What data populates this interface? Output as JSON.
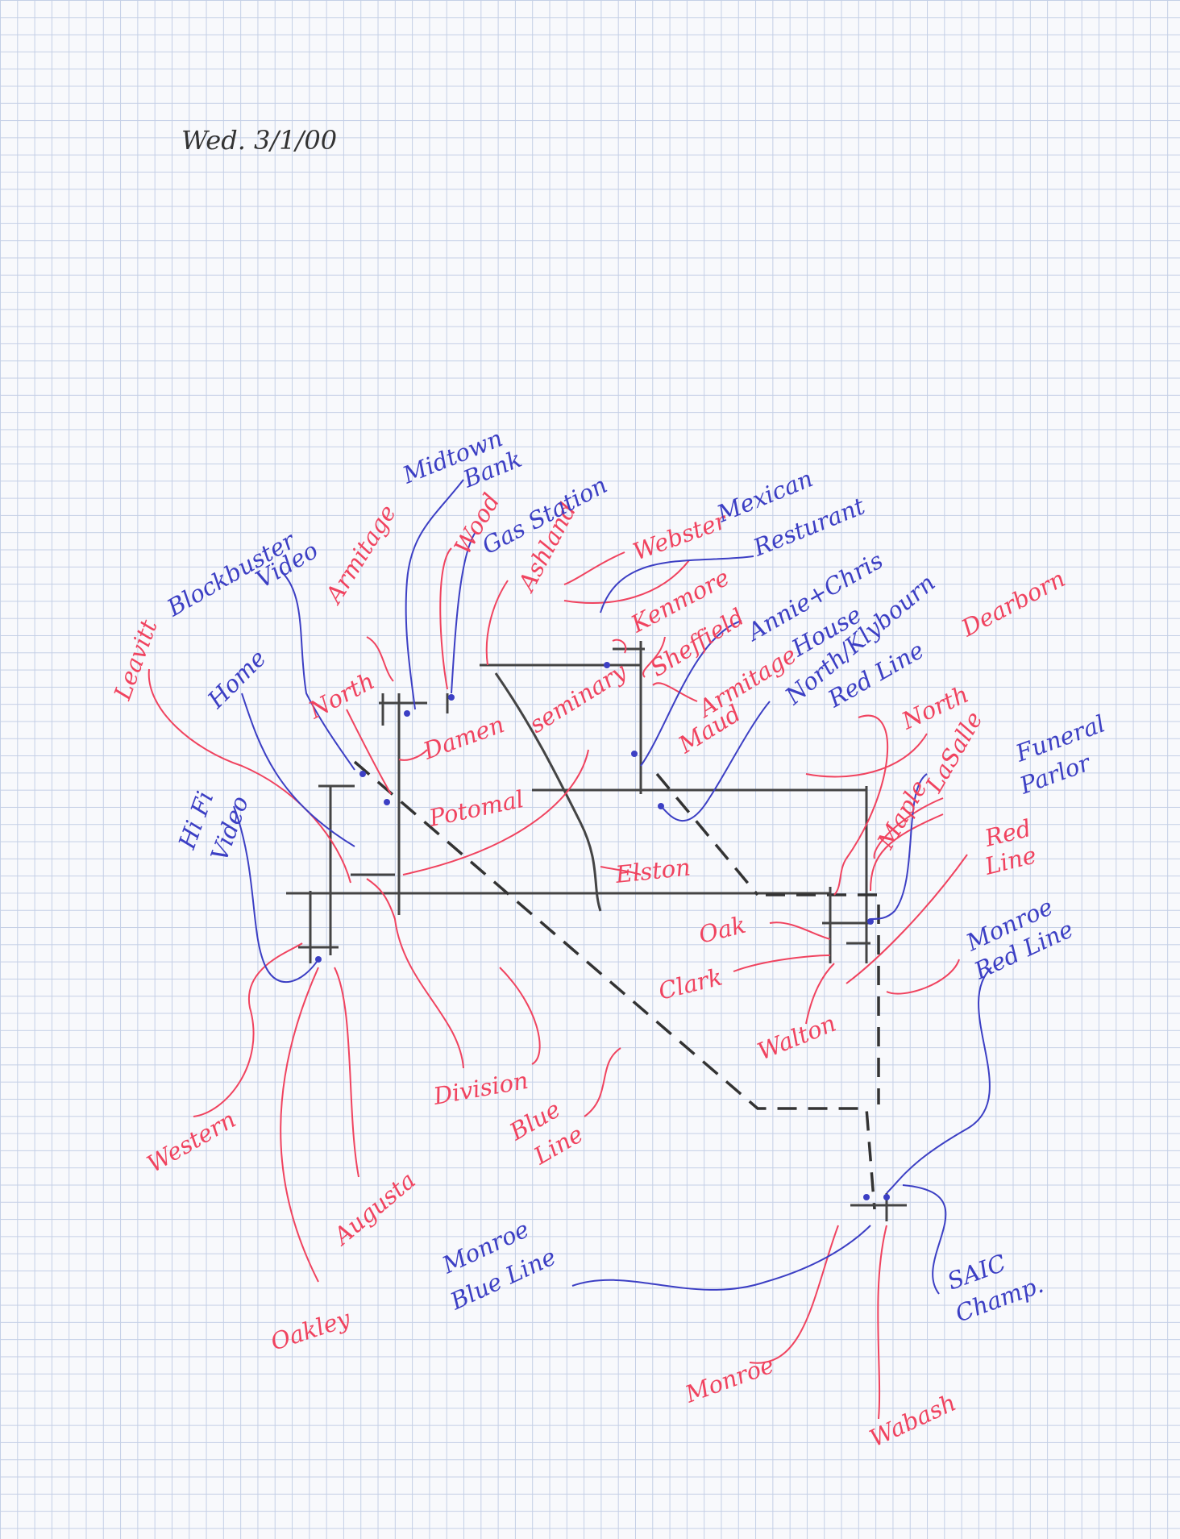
{
  "date": "Wed. 3/1/00",
  "streets": {
    "leavitt": "Leavitt",
    "armitage": "Armitage",
    "wood": "Wood",
    "ashland": "Ashland",
    "webster": "Webster",
    "kenmore": "Kenmore",
    "sheffield": "Sheffield",
    "armitage_2": "Armitage",
    "north": "North",
    "damen": "Damen",
    "seminary": "seminary",
    "maud": "Maud",
    "potomac": "Potomal",
    "elston": "Elston",
    "north_2": "North",
    "dearborn": "Dearborn",
    "lasalle": "LaSalle",
    "maple": "Maple",
    "oak": "Oak",
    "clark": "Clark",
    "walton": "Walton",
    "western": "Western",
    "augusta": "Augusta",
    "oakley": "Oakley",
    "division": "Division",
    "monroe": "Monroe",
    "wabash": "Wabash"
  },
  "lines": {
    "red_line": [
      "Red",
      "Line"
    ],
    "blue_line": [
      "Blue",
      "Line"
    ]
  },
  "places": {
    "midtown_bank": [
      "Midtown",
      "Bank"
    ],
    "gas_station": "Gas Station",
    "blockbuster": [
      "Blockbuster",
      "Video"
    ],
    "mexican": [
      "Mexican",
      "Resturant"
    ],
    "annie_chris": [
      "Annie+Chris",
      "House"
    ],
    "north_clybourn": [
      "North/Klybourn",
      "Red Line"
    ],
    "home": "Home",
    "hifi": [
      "Hi Fi",
      "Video"
    ],
    "funeral": [
      "Funeral",
      "Parlor"
    ],
    "monroe_red": [
      "Monroe",
      "Red Line"
    ],
    "monroe_blue": [
      "Monroe",
      "Blue Line"
    ],
    "saic": [
      "SAIC",
      "Champ."
    ]
  },
  "colors": {
    "red_ink": "#f0435f",
    "blue_ink": "#3c3fc4",
    "pencil": "#333333",
    "grid": "#c4cfe6"
  }
}
